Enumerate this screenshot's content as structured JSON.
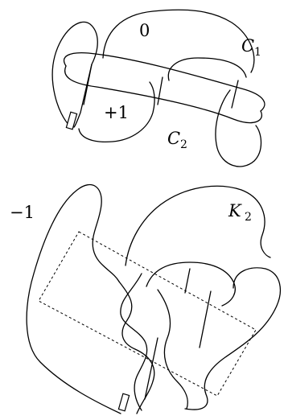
{
  "top_diagram": {
    "framing_zero": "0",
    "framing_plus_one": "+1",
    "component_c1": "C",
    "component_c1_sub": "1",
    "component_c2": "C",
    "component_c2_sub": "2"
  },
  "bottom_diagram": {
    "framing_minus_one": "−1",
    "knot_k2": "K",
    "knot_k2_sub": "2"
  }
}
